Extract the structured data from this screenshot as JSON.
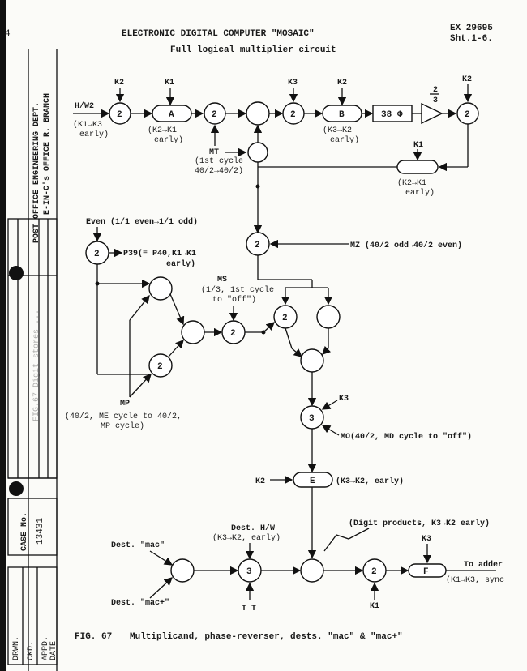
{
  "header": {
    "title": "ELECTRONIC DIGITAL COMPUTER \"MOSAIC\"",
    "subtitle": "Full logical multiplier circuit",
    "ref_no": "EX 29695",
    "sheet": "Sht.1-6.",
    "corner_note": "4"
  },
  "sidebar": {
    "office_text": "POST OFFICE ENGINEERING DEPT.",
    "branch_text": "E-IN-C's OFFICE R. BRANCH",
    "faint_text": "FIG.67 Digit stores ...",
    "case_label": "CASE No.",
    "case_number": "13431",
    "drawn_label": "DRWN.",
    "checked_label": "CKD.",
    "approved_label": "APPD.",
    "date_label": "DATE"
  },
  "gates": {
    "g1": "2",
    "gA_k": "2",
    "g2": "2",
    "g3": "2",
    "gB_k": "2",
    "g_even": "2",
    "g_mz": "2",
    "g_low": "2",
    "g_ms": "2",
    "g_r1": "2",
    "g_3a": "3",
    "g_t3": "3",
    "g_out": "2",
    "g_final": "2",
    "amp_label": "2",
    "amp_sub": "3"
  },
  "regs": {
    "A": "A",
    "B": "B",
    "E": "E",
    "F": "F",
    "delay": "38"
  },
  "labels": {
    "hw2": "H/W2",
    "hw2_cond1": "(K1→K3",
    "hw2_cond2": "early)",
    "k2": "K2",
    "k1": "K1",
    "k3": "K3",
    "a_cond1": "(K2→K1",
    "a_cond2": "early)",
    "b_cond1": "(K3→K2",
    "b_cond2": "early)",
    "mt": "MT",
    "mt_cond1": "(1st cycle",
    "mt_cond2": "40/2→40/2)",
    "k1_right": "K1",
    "kr_cond1": "(K2→K1",
    "kr_cond2": "early)",
    "even": "Even (1/1 even→1/1 odd)",
    "p39": "P39(≡ P40,K1→K1",
    "p39_2": "early)",
    "mz": "MZ (40/2 odd→40/2 even)",
    "ms": "MS",
    "ms_cond1": "(1/3, 1st cycle",
    "ms_cond2": "to \"off\")",
    "mp": "MP",
    "mp_cond1": "(40/2, ME cycle to 40/2,",
    "mp_cond2": "MP cycle)",
    "k3_b": "K3",
    "mo": "MO(40/2, MD cycle to \"off\")",
    "k2_e": "K2",
    "e_cond": "(K3→K2, early)",
    "digit": "(Digit products, K3→K2 early)",
    "dest_hw1": "Dest. H/W",
    "dest_hw2": "(K3→K2, early)",
    "dest_mac": "Dest. \"mac\"",
    "dest_macp": "Dest. \"mac+\"",
    "tt": "T T",
    "k1_bot": "K1",
    "k3_f": "K3",
    "to_adder": "To adder",
    "f_cond": "(K1→K3, sync"
  },
  "caption": {
    "fig": "FIG. 67",
    "text": "Multiplicand, phase-reverser, dests. \"mac\" & \"mac+\""
  }
}
